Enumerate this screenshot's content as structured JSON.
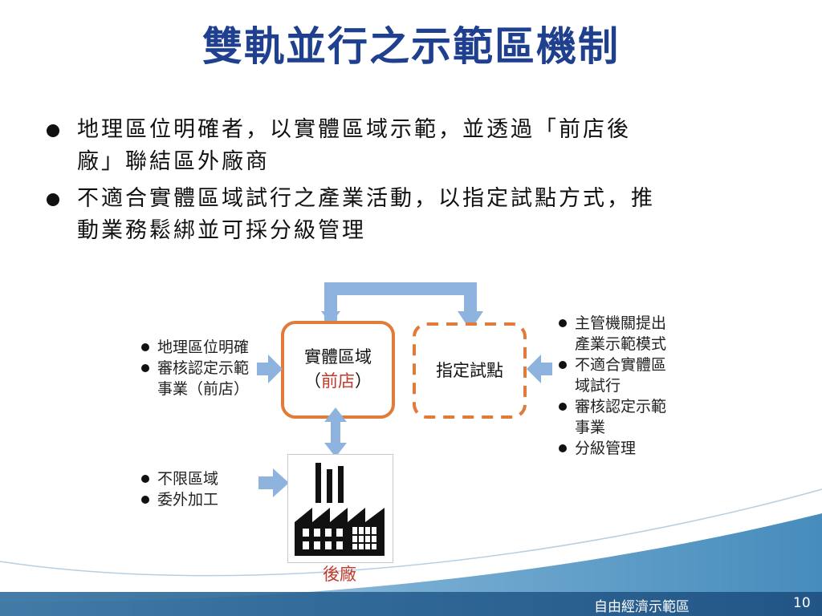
{
  "title": "雙軌並行之示範區機制",
  "bullets": [
    {
      "line1": "地理區位明確者，以實體區域示範，並透過「前店後",
      "line2": "廠」聯結區外廠商"
    },
    {
      "line1": "不適合實體區域試行之產業活動，以指定試點方式，推",
      "line2": "動業務鬆綁並可採分級管理"
    }
  ],
  "diagram": {
    "left_list": [
      "地理區位明確",
      "審核認定示範",
      "事業（前店）"
    ],
    "physical_box": {
      "line1": "實體區域",
      "line2_open": "（",
      "line2_red": "前店",
      "line2_close": "）"
    },
    "pilot_box": {
      "label": "指定試點"
    },
    "right_list": [
      {
        "l1": "主管機關提出",
        "l2": "產業示範模式"
      },
      {
        "l1": "不適合實體區",
        "l2": "域試行"
      },
      {
        "l1": "審核認定示範",
        "l2": "事業"
      },
      {
        "l1": "分級管理",
        "l2": ""
      }
    ],
    "bottom_list": [
      "不限區域",
      "委外加工"
    ],
    "factory_label": "後廠"
  },
  "footer": {
    "text": "自由經濟示範區",
    "page": "10"
  },
  "colors": {
    "title": "#1f3f8f",
    "arrow": "#8fb3df",
    "orange": "#e07b39",
    "red": "#c0392b"
  }
}
